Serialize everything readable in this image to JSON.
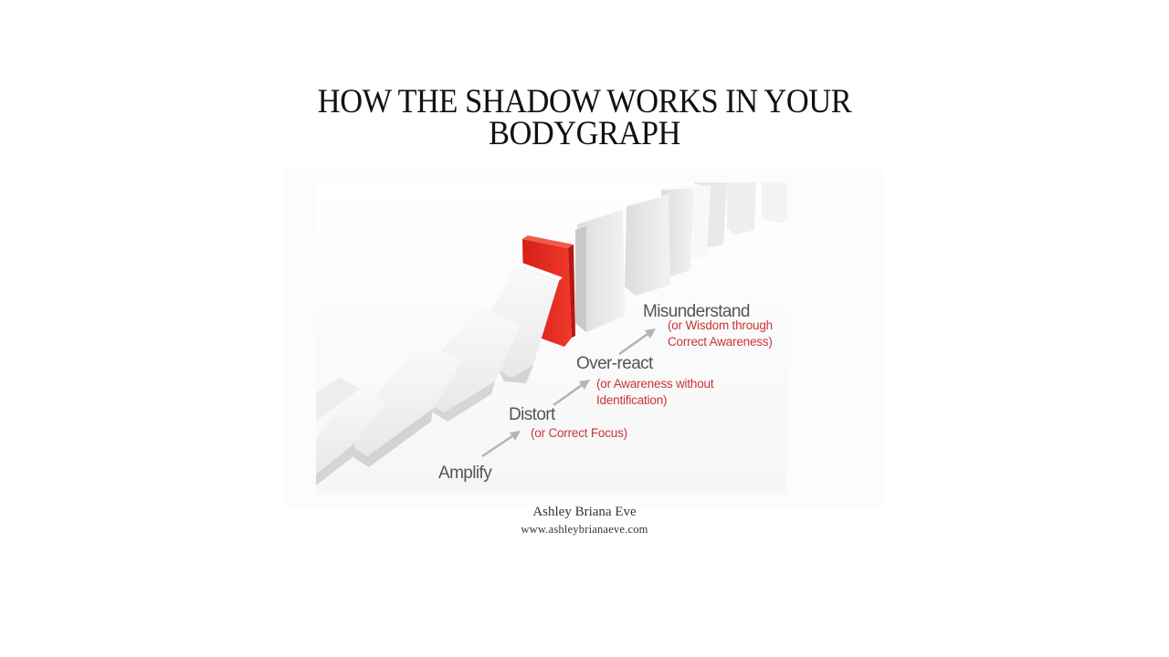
{
  "page": {
    "title_line1": "HOW THE SHADOW WORKS IN YOUR",
    "title_line2": "BODYGRAPH"
  },
  "image": {
    "description": "Row of falling white dominoes with one red domino",
    "accent_color": "#e0281e",
    "steps": [
      {
        "label": "Amplify",
        "sub": ""
      },
      {
        "label": "Distort",
        "sub": "(or Correct Focus)"
      },
      {
        "label": "Over-react",
        "sub_line1": "(or Awareness without",
        "sub_line2": "Identification)"
      },
      {
        "label": "Misunderstand",
        "sub_line1": "(or Wisdom through",
        "sub_line2": "Correct Awareness)"
      }
    ],
    "label_color": "#555555",
    "sub_color": "#c8343a"
  },
  "footer": {
    "author": "Ashley Briana Eve",
    "website": "www.ashleybrianaeve.com"
  }
}
